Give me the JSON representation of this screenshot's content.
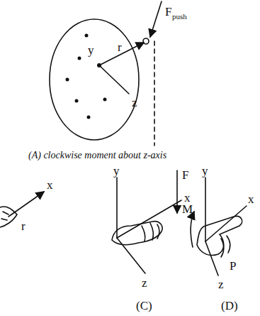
{
  "diagram": {
    "labels": [
      "F",
      "push",
      "y",
      "r",
      "z",
      "(A) clockwise moment about z-axis",
      "x",
      "r",
      "y",
      "x",
      "z",
      "F",
      "(C)",
      "y",
      "M",
      "x",
      "z",
      "P",
      "(D)"
    ]
  }
}
